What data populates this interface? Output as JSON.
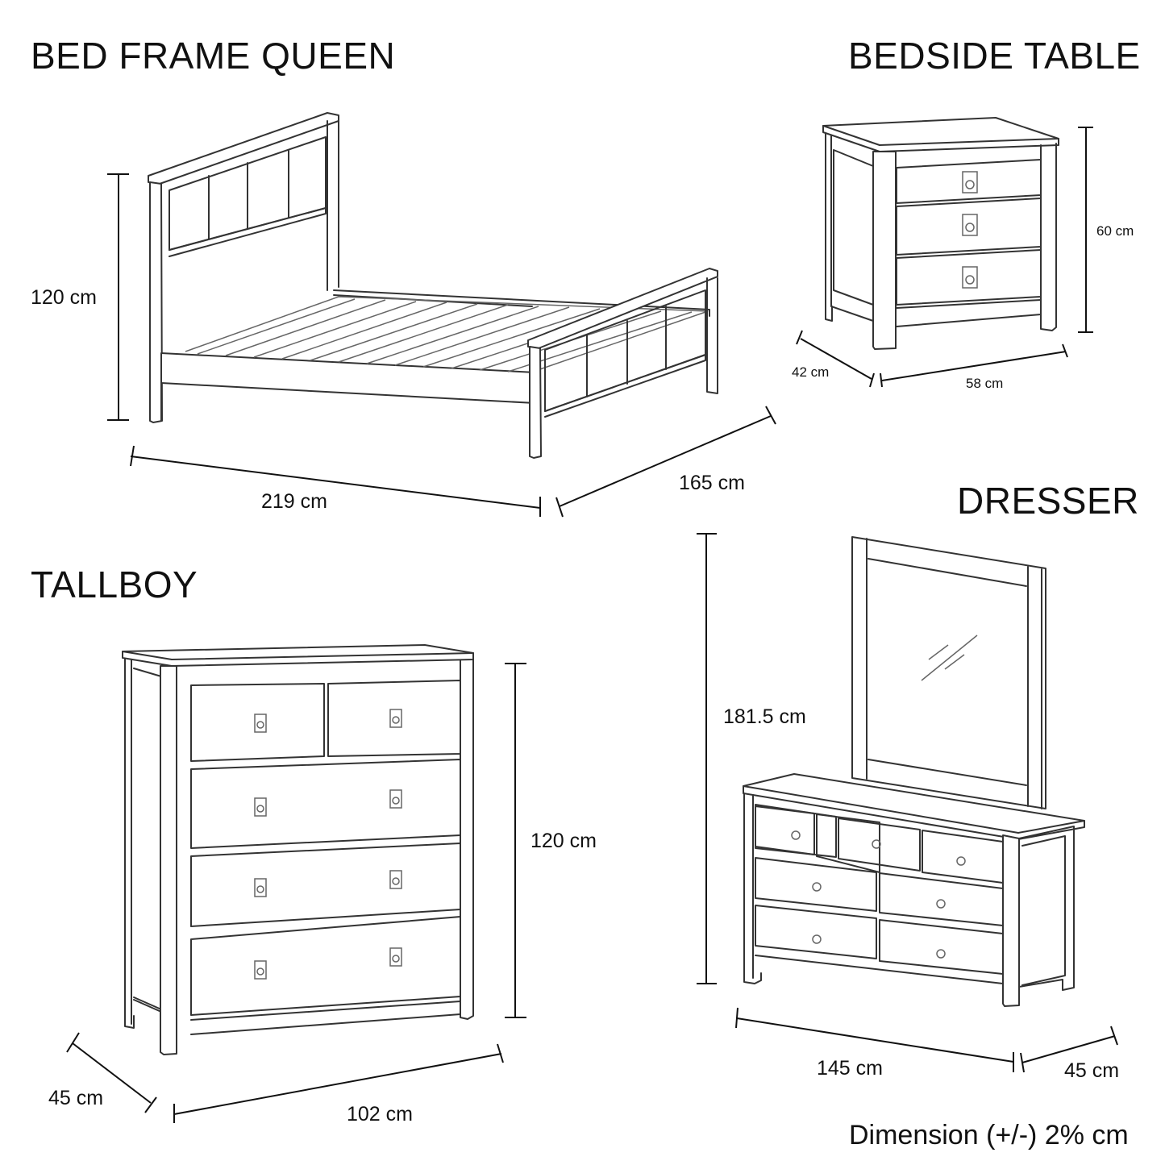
{
  "sections": {
    "bed": {
      "title": "BED FRAME QUEEN",
      "dimensions": {
        "height": "120 cm",
        "length": "219 cm",
        "width": "165 cm"
      }
    },
    "bedside": {
      "title": "BEDSIDE TABLE",
      "dimensions": {
        "height": "60 cm",
        "depth": "42 cm",
        "width": "58 cm"
      }
    },
    "dresser": {
      "title": "DRESSER",
      "dimensions": {
        "height": "181.5 cm",
        "width": "145 cm",
        "depth": "45 cm"
      }
    },
    "tallboy": {
      "title": "TALLBOY",
      "dimensions": {
        "height": "120 cm",
        "depth": "45 cm",
        "width": "102 cm"
      }
    }
  },
  "footnote": "Dimension (+/-) 2% cm",
  "colors": {
    "line": "#333333",
    "background": "#ffffff",
    "text": "#111111"
  }
}
